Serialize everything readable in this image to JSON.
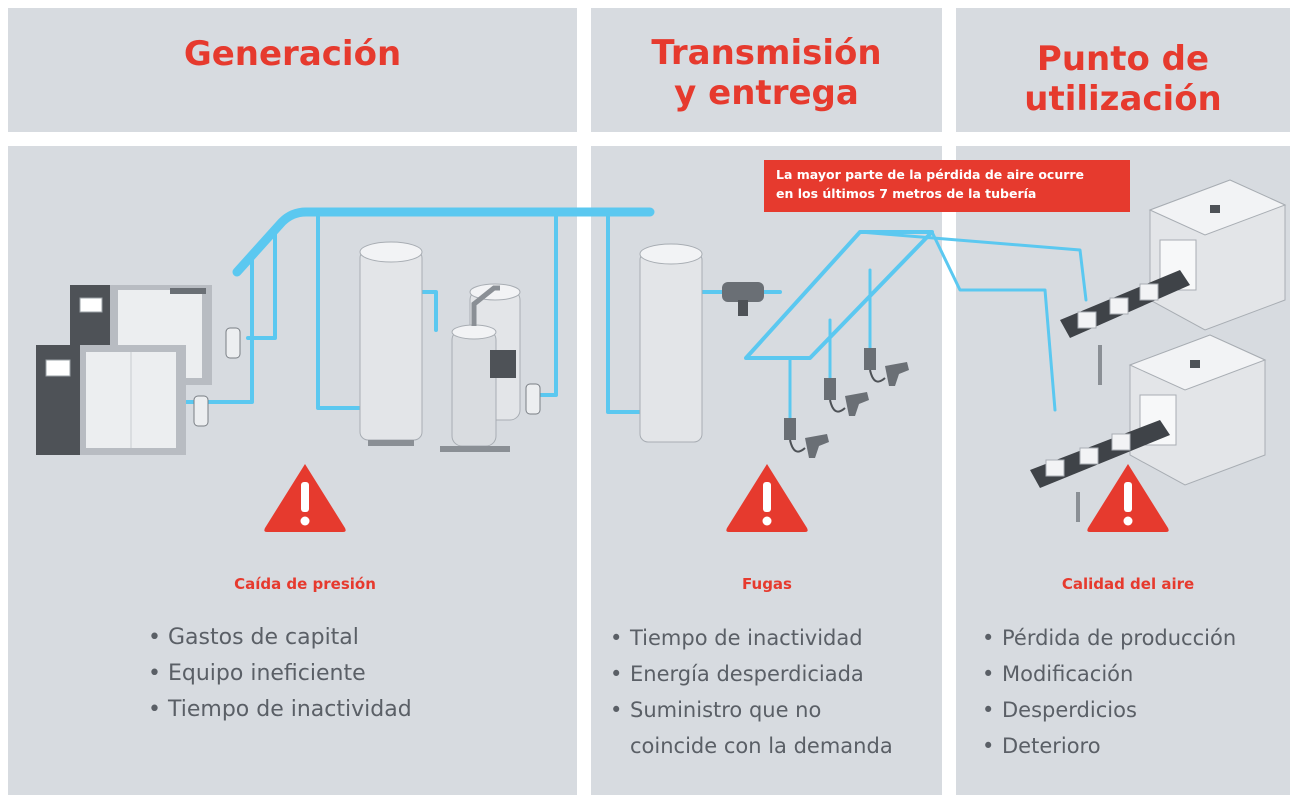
{
  "sections": [
    {
      "title_lines": [
        "Generación"
      ],
      "risk_label": "Caída de presión",
      "impacts": [
        "Gastos de capital",
        "Equipo ineficiente",
        "Tiempo de inactividad"
      ]
    },
    {
      "title_lines": [
        "Transmisión",
        "y entrega"
      ],
      "risk_label": "Fugas",
      "impacts": [
        "Tiempo de inactividad",
        "Energía desperdiciada",
        "Suministro que no",
        "coincide con la demanda"
      ]
    },
    {
      "title_lines": [
        "Punto de",
        "utilización"
      ],
      "risk_label": "Calidad del aire",
      "impacts": [
        "Pérdida de producción",
        "Modificación",
        "Desperdicios",
        "Deterioro"
      ]
    }
  ],
  "callout": {
    "lines": [
      "La mayor parte de la pérdida de aire ocurre",
      "en los últimos 7 metros de la tubería"
    ]
  },
  "colors": {
    "panel_bg": "#d7dbe0",
    "accent_red": "#e63a2e",
    "pipe_blue": "#5bc8f0",
    "text_gray": "#5a5f66"
  },
  "icons": [
    "warning-triangle-icon",
    "compressor-icon",
    "receiver-tank-icon",
    "dryer-icon",
    "filter-icon",
    "air-tool-icon",
    "conveyor-machine-icon"
  ]
}
